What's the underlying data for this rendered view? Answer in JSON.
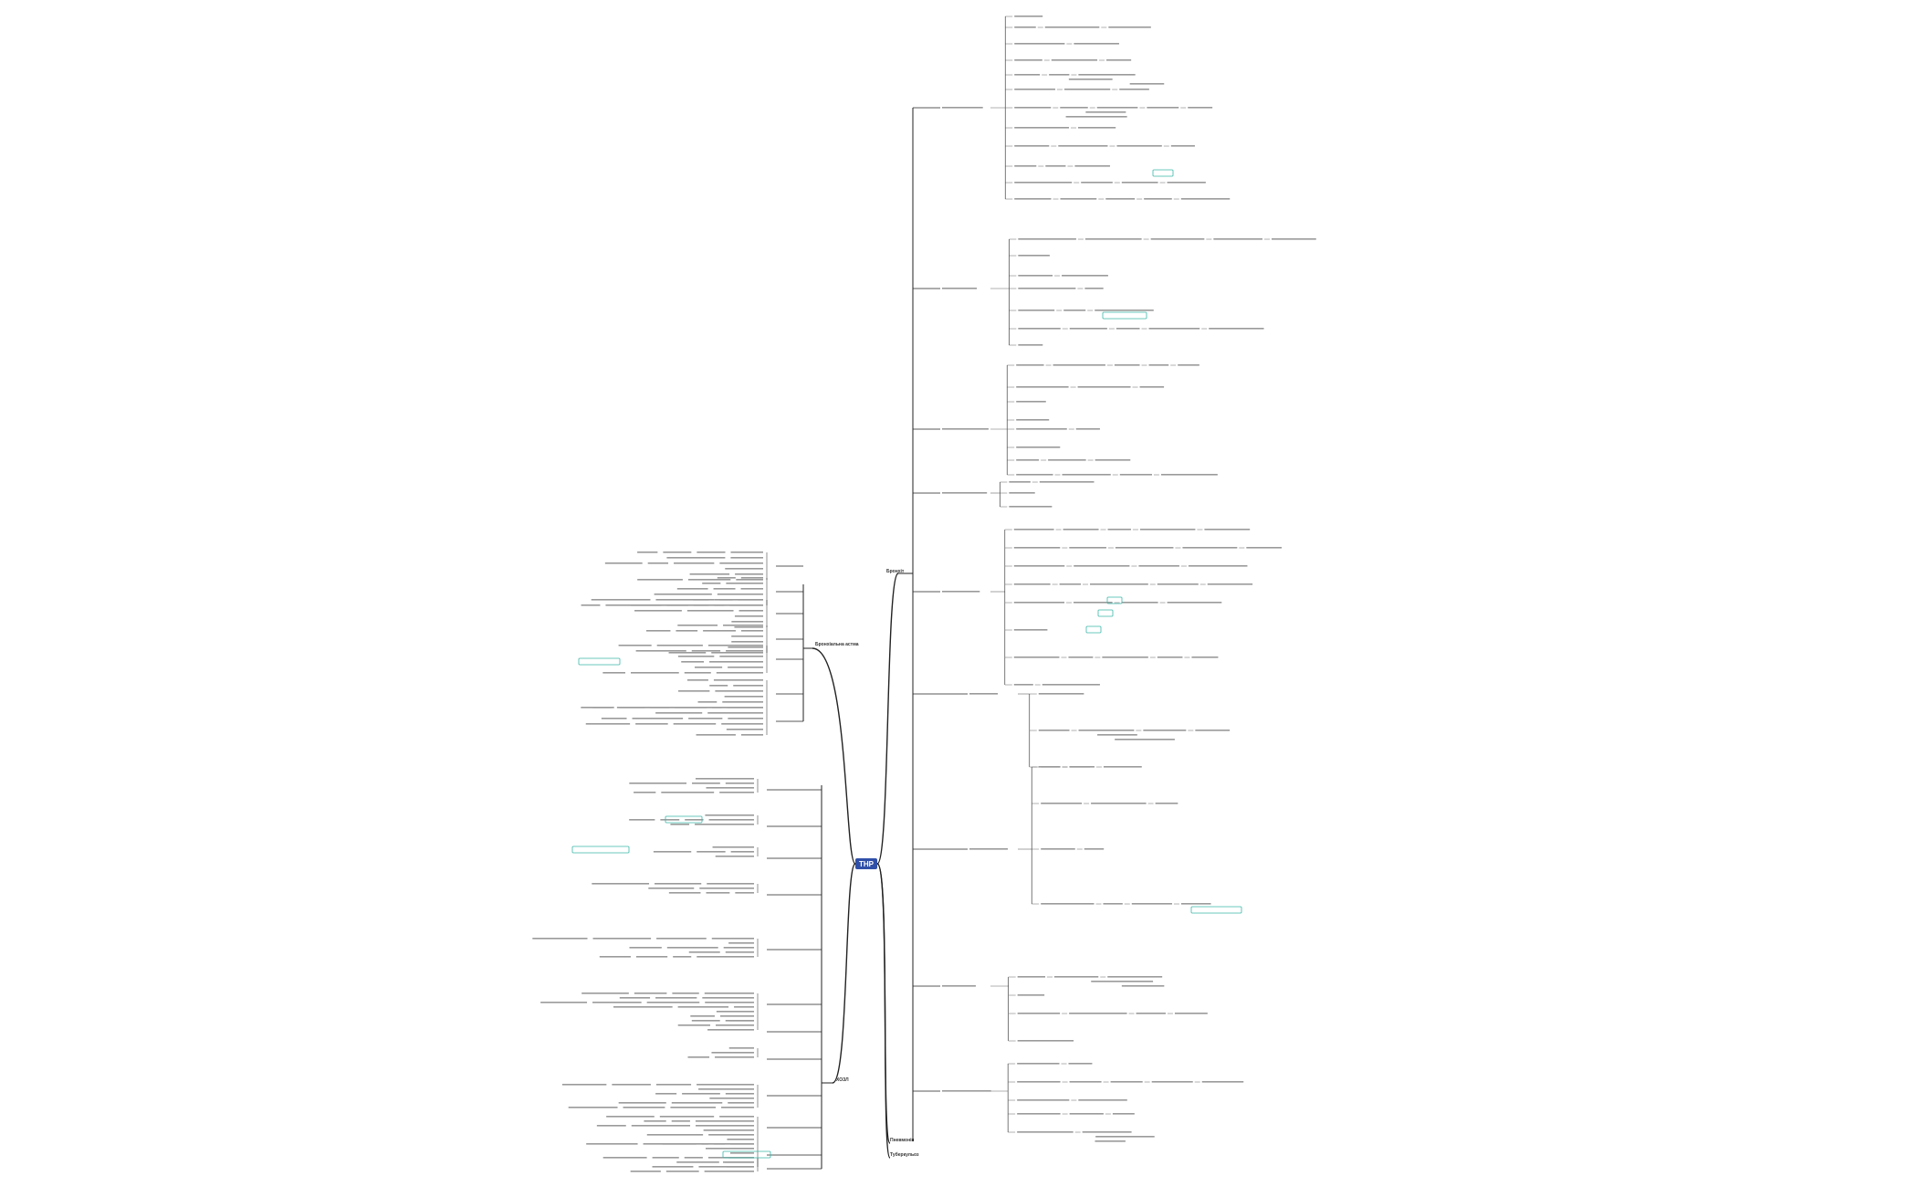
{
  "colors": {
    "root_fill": "#2f4fa8",
    "line": "#222222",
    "line_light": "#666666",
    "highlight": "#3bb8a8",
    "text": "#555555"
  },
  "diagram": {
    "root": {
      "label": "THP"
    },
    "branches": [
      {
        "id": "right-1",
        "label": "Бронхіт",
        "side": "right"
      },
      {
        "id": "left-1",
        "label": "Бронхіальна астма",
        "side": "left"
      },
      {
        "id": "left-2",
        "label": "ХОЗЛ",
        "side": "left"
      },
      {
        "id": "right-2",
        "label": "Пневмонія",
        "side": "right"
      },
      {
        "id": "right-3",
        "label": "Туберкульоз",
        "side": "right"
      }
    ]
  }
}
